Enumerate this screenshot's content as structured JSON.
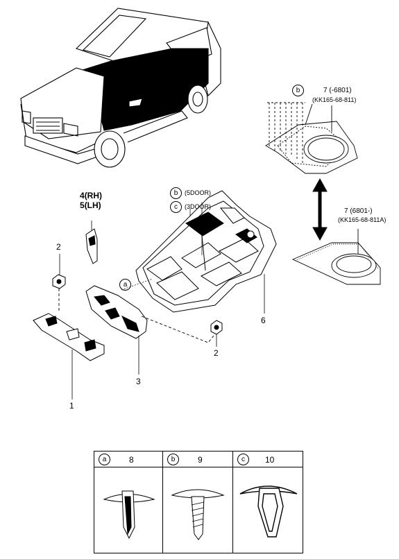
{
  "callouts": {
    "part_1": "1",
    "part_2_top": "2",
    "part_2_right": "2",
    "part_3": "3",
    "part_4": "4",
    "part_4_side": "(RH)",
    "part_5": "5",
    "part_5_side": "(LH)",
    "part_6": "6",
    "part_7_top": "7",
    "part_7_top_range": "(-6801)",
    "part_7_top_code": "(KK165-68-811)",
    "part_7_bottom": "7",
    "part_7_bottom_range": "(6801-)",
    "part_7_bottom_code": "(KK165-68-811A)"
  },
  "door_notes": {
    "b_letter": "b",
    "b_text": "(5DOOR)",
    "c_letter": "c",
    "c_text": "(3DOOR)"
  },
  "clip_markers": {
    "a": "a",
    "b": "b"
  },
  "legend": {
    "cells": [
      {
        "letter": "a",
        "number": "8"
      },
      {
        "letter": "b",
        "number": "9"
      },
      {
        "letter": "c",
        "number": "10"
      }
    ]
  }
}
